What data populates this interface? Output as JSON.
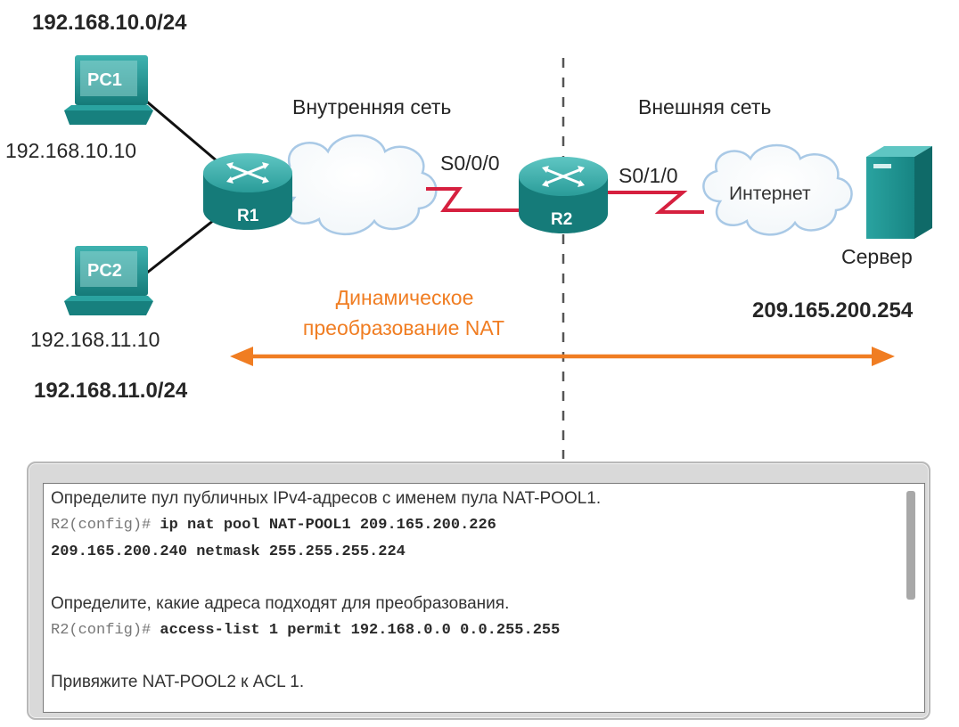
{
  "diagram": {
    "inside_net_top": "192.168.10.0/24",
    "inside_net_bottom": "192.168.11.0/24",
    "pc1": {
      "name": "PC1",
      "ip": "192.168.10.10"
    },
    "pc2": {
      "name": "PC2",
      "ip": "192.168.11.10"
    },
    "r1": {
      "name": "R1"
    },
    "r2": {
      "name": "R2"
    },
    "inside_label": "Внутренняя сеть",
    "outside_label": "Внешняя сеть",
    "s000": "S0/0/0",
    "s010": "S0/1/0",
    "internet": "Интернет",
    "server": {
      "name": "Сервер",
      "ip": "209.165.200.254"
    },
    "nat_label_line1": "Динамическое",
    "nat_label_line2": "преобразование NAT",
    "colors": {
      "arrow": "#f07d22",
      "serial_link": "#d6203f",
      "device": "#1e8a88"
    }
  },
  "console": {
    "lines": [
      {
        "type": "desc",
        "text": "Определите пул публичных IPv4-адресов с именем пула NAT-POOL1."
      },
      {
        "type": "cmd",
        "prompt": "R2(config)#",
        "text": " ip nat pool NAT-POOL1 209.165.200.226"
      },
      {
        "type": "cmd",
        "prompt": "",
        "text": "209.165.200.240 netmask 255.255.255.224"
      },
      {
        "type": "blank"
      },
      {
        "type": "desc",
        "text": "Определите, какие адреса подходят для преобразования."
      },
      {
        "type": "cmd",
        "prompt": "R2(config)#",
        "text": " access-list 1 permit 192.168.0.0 0.0.255.255"
      },
      {
        "type": "blank"
      },
      {
        "type": "desc",
        "text": "Привяжите NAT-POOL2 к ACL 1."
      }
    ]
  }
}
